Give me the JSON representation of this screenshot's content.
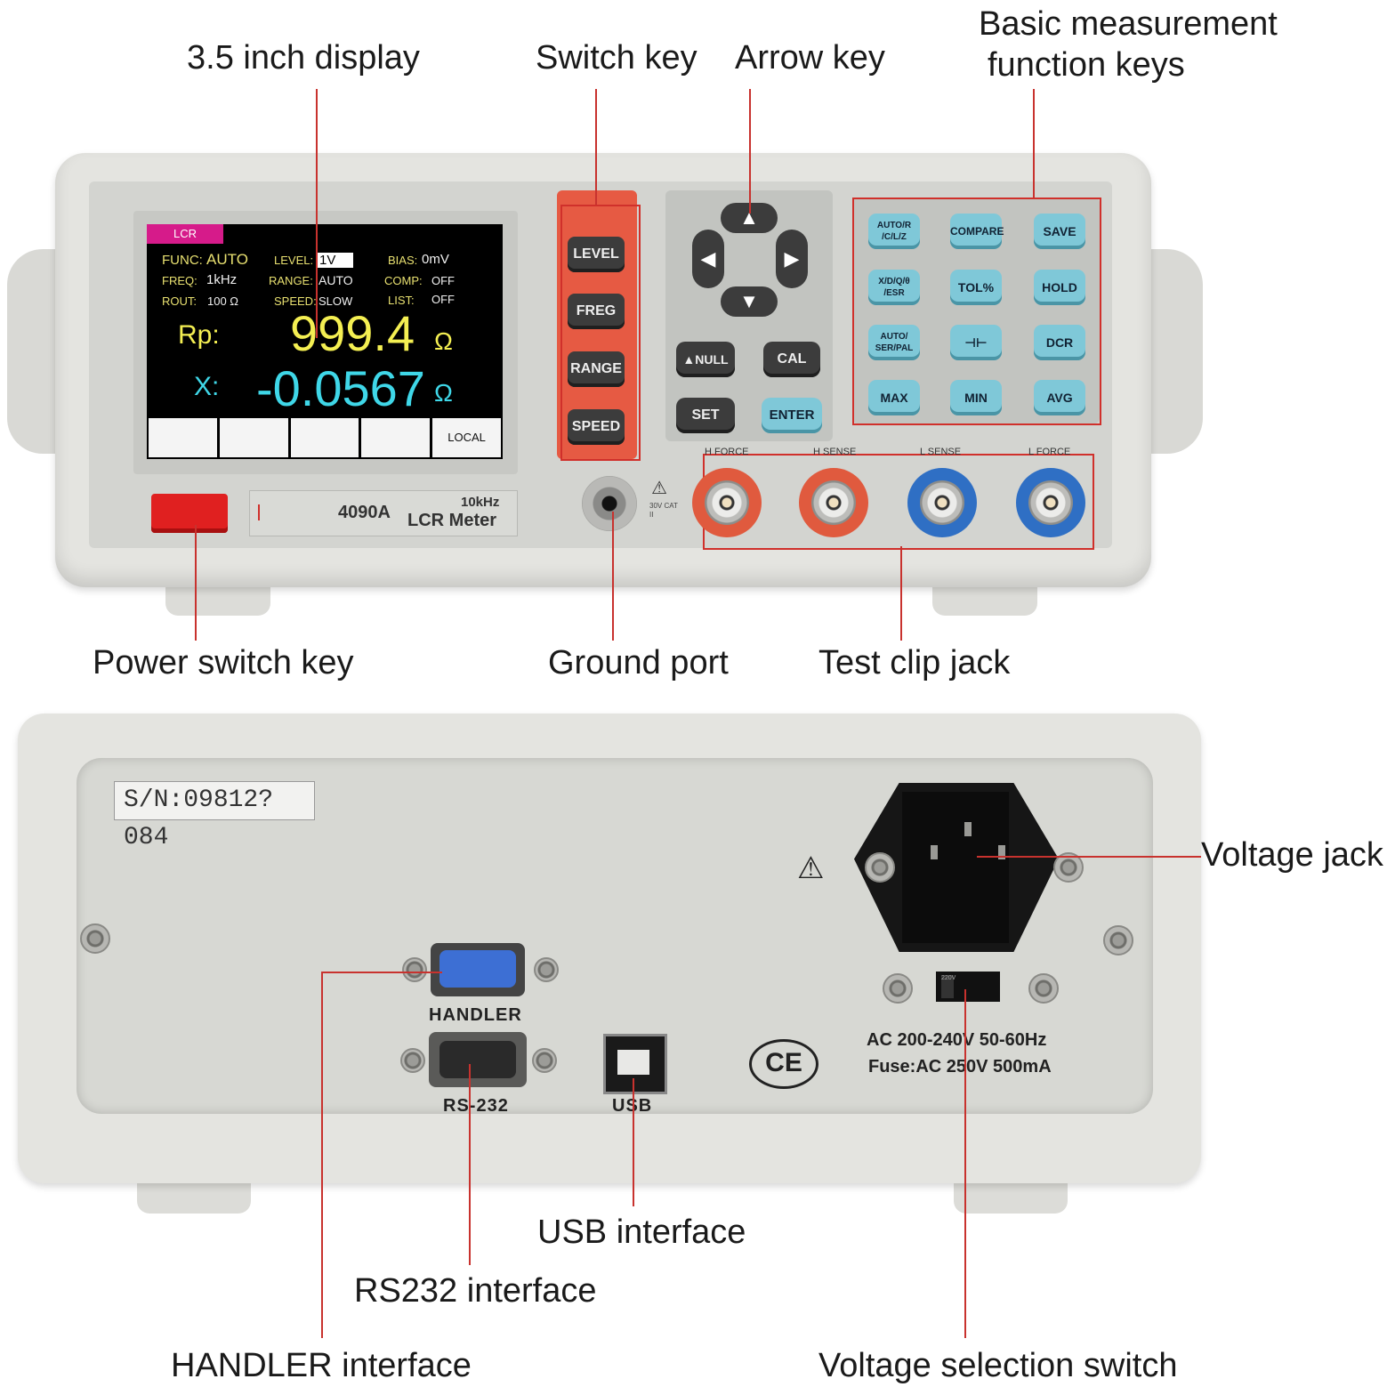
{
  "callouts": {
    "display": "3.5 inch display",
    "switch_key": "Switch key",
    "arrow_key": "Arrow key",
    "function_keys_line1": "Basic measurement",
    "function_keys_line2": "function keys",
    "power_switch": "Power switch key",
    "ground_port": "Ground port",
    "test_clip": "Test clip jack",
    "voltage_jack": "Voltage jack",
    "usb": "USB interface",
    "rs232": "RS232 interface",
    "handler": "HANDLER interface",
    "voltage_switch": "Voltage selection switch"
  },
  "screen": {
    "tag": "LCR",
    "func_label": "FUNC:",
    "func_value": "AUTO",
    "level_label": "LEVEL:",
    "level_value": "1V",
    "bias_label": "BIAS:",
    "bias_value": "0mV",
    "freq_label": "FREQ:",
    "freq_value": "1kHz",
    "range_label": "RANGE:",
    "range_value": "AUTO",
    "comp_label": "COMP:",
    "comp_value": "OFF",
    "rout_label": "ROUT:",
    "rout_value": "100 Ω",
    "speed_label": "SPEED:",
    "speed_value": "SLOW",
    "list_label": "LIST:",
    "list_value": "OFF",
    "primary_label": "Rp:",
    "primary_value": "999.4",
    "primary_unit": "Ω",
    "secondary_label": "X:",
    "secondary_value": "-0.0567",
    "secondary_unit": "Ω",
    "softkeys": [
      "",
      "",
      "",
      "",
      "LOCAL"
    ]
  },
  "model": {
    "number": "4090A",
    "freq": "10kHz",
    "name": "LCR Meter"
  },
  "switch_keys": [
    "LEVEL",
    "FREG",
    "RANGE",
    "SPEED"
  ],
  "nav_keys": {
    "up": "▲",
    "down": "▼",
    "left": "◀",
    "right": "▶",
    "null": "▲NULL",
    "cal": "CAL",
    "set": "SET",
    "enter": "ENTER"
  },
  "function_keys": [
    [
      "AUTO/R /C/L/Z",
      "COMPARE",
      "SAVE"
    ],
    [
      "X/D/Q/θ /ESR",
      "TOL%",
      "HOLD"
    ],
    [
      "AUTO/ SER/PAL",
      "⊣⊢",
      "DCR"
    ],
    [
      "MAX",
      "MIN",
      "AVG"
    ]
  ],
  "jacks": {
    "h_force": "H FORCE",
    "h_sense": "H SENSE",
    "l_sense": "L SENSE",
    "l_force": "L FORCE",
    "ground_warning": "30V CAT II"
  },
  "back": {
    "serial": "S/N:09812?084",
    "handler_label": "HANDLER",
    "rs232_label": "RS-232",
    "usb_label": "USB",
    "spec_line1": "AC 200-240V 50-60Hz",
    "spec_line2": "Fuse:AC 250V 500mA",
    "ce": "CE",
    "warning": "⚠",
    "switch_text": "220V"
  },
  "colors": {
    "accent_red": "#c8322e",
    "function_key": "#7fc8d8",
    "screen_yellow": "#f4ef52",
    "screen_cyan": "#3fd7e8"
  }
}
